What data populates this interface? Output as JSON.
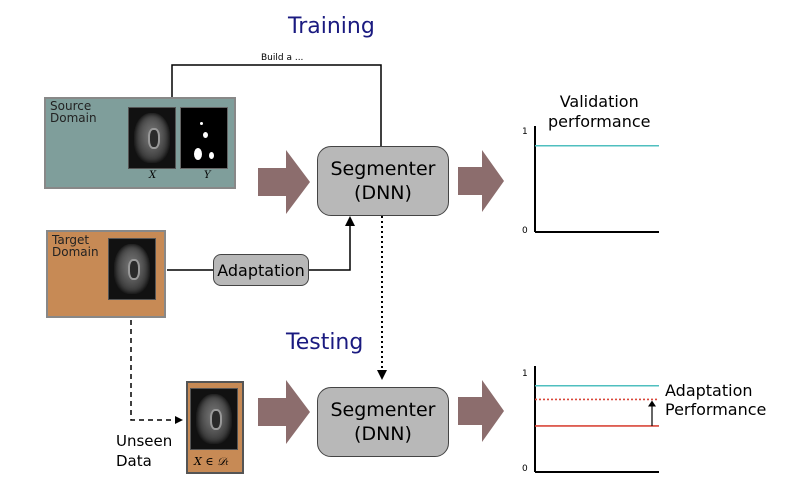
{
  "headings": {
    "training": "Training",
    "testing": "Testing"
  },
  "source_domain": {
    "label_line1": "Source",
    "label_line2": "Domain",
    "x_label": "X",
    "y_label": "Y"
  },
  "target_domain": {
    "label_line1": "Target",
    "label_line2": "Domain"
  },
  "build_label": "Build a ...",
  "segmenter": {
    "line1": "Segmenter",
    "line2": "(DNN)"
  },
  "adaptation_label": "Adaptation",
  "unseen": {
    "line1": "Unseen",
    "line2": "Data",
    "math": "X ∈ 𝒟ₜ"
  },
  "validation_chart": {
    "title_line1": "Validation",
    "title_line2": "performance",
    "tick_top": "1",
    "tick_bottom": "0"
  },
  "adaptation_chart": {
    "label_line1": "Adaptation",
    "label_line2": "Performance",
    "tick_top": "1",
    "tick_bottom": "0"
  },
  "colors": {
    "heading": "#1a1a80",
    "source_box": "#7f9e9b",
    "target_box": "#c78a55",
    "arrow_fill": "#8c6d6d",
    "node_fill": "#b8b8b8",
    "cyan_line": "#4fbfbf",
    "red_line": "#d9473a"
  },
  "chart_data": [
    {
      "type": "line",
      "title": "Validation performance",
      "ylim": [
        0,
        1
      ],
      "series": [
        {
          "values": [
            0.88
          ]
        }
      ]
    },
    {
      "type": "line",
      "title": "Adaptation Performance",
      "ylim": [
        0,
        1
      ],
      "series": [
        {
          "values": [
            0.88
          ]
        },
        {
          "values": [
            0.74
          ]
        },
        {
          "values": [
            0.47
          ]
        }
      ]
    }
  ]
}
